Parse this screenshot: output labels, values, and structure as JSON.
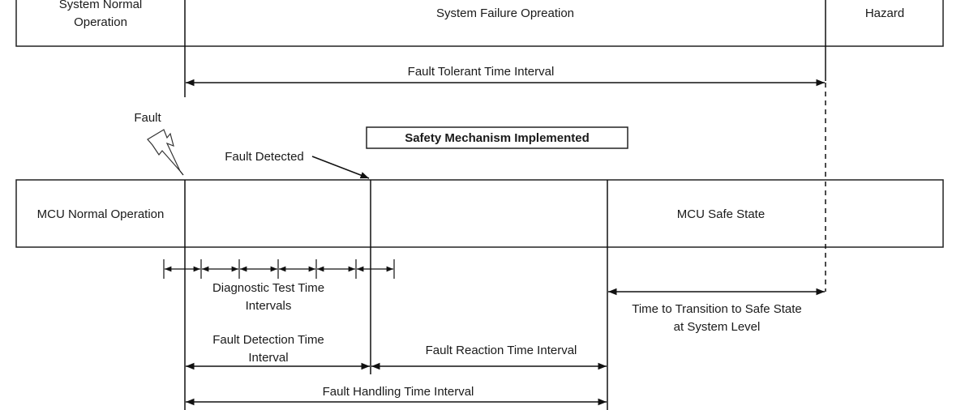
{
  "system": {
    "normal_line1": "System Normal",
    "normal_line2": "Operation",
    "failure": "System Failure Opreation",
    "hazard": "Hazard"
  },
  "ftti_label": "Fault Tolerant Time Interval",
  "fault_label": "Fault",
  "safety_mechanism_label": "Safety Mechanism Implemented",
  "fault_detected_label": "Fault Detected",
  "mcu": {
    "normal": "MCU Normal Operation",
    "safe": "MCU Safe State"
  },
  "diagnostic": {
    "line1": "Diagnostic Test Time",
    "line2": "Intervals"
  },
  "transition": {
    "line1": "Time to Transition to Safe State",
    "line2": "at System Level"
  },
  "fdti": {
    "line1": "Fault Detection Time",
    "line2": "Interval"
  },
  "frti_label": "Fault Reaction Time Interval",
  "fhti_label": "Fault Handling Time Interval"
}
